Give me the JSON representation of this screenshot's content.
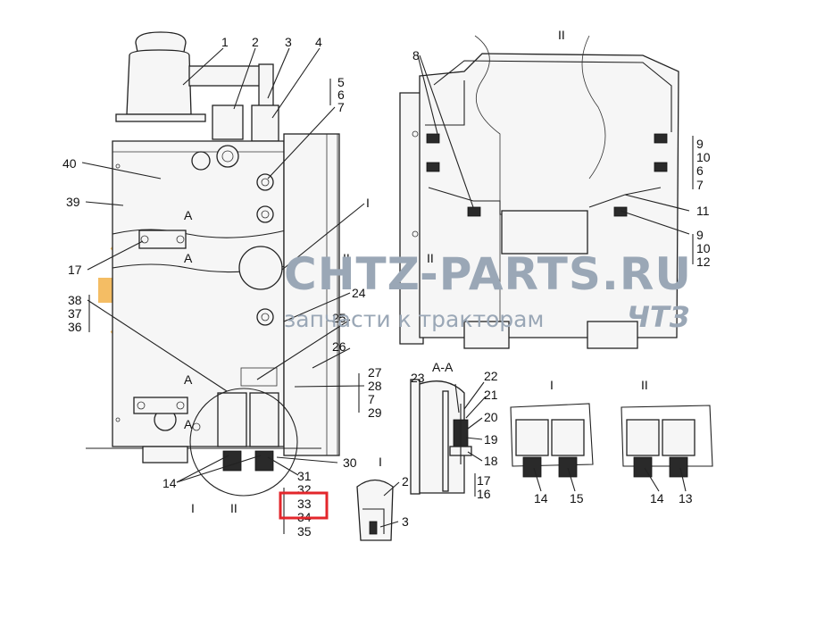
{
  "watermark": {
    "brand": "CHTZ-PARTS.RU",
    "tagline_prefix": "запчасти к тракторам",
    "tagline_suffix": "ЧТЗ",
    "brand_color": "#9aa7b6",
    "gear_color": "#f3b24a",
    "accent_color": "#d7263d"
  },
  "views": {
    "main_side_labels": [
      "I",
      "II"
    ],
    "view_II_title": "II",
    "section_AA_title": "А-А",
    "detail_I_title": "I",
    "detail_I_small_title": "I",
    "detail_II_title": "II",
    "section_marker": "А"
  },
  "callouts": {
    "main": [
      "1",
      "2",
      "3",
      "4",
      "5",
      "6",
      "7",
      "40",
      "39",
      "17",
      "38",
      "37",
      "36",
      "24",
      "25",
      "26",
      "27",
      "28",
      "7",
      "29",
      "30",
      "14",
      "31",
      "32",
      "33",
      "34",
      "35"
    ],
    "view_II": [
      "8",
      "9",
      "10",
      "6",
      "7",
      "11",
      "9",
      "10",
      "12"
    ],
    "section_AA": [
      "23",
      "22",
      "21",
      "20",
      "19",
      "18",
      "17",
      "16"
    ],
    "detail_I_small": [
      "2",
      "3"
    ],
    "detail_I": [
      "14",
      "15"
    ],
    "detail_II": [
      "14",
      "13"
    ]
  },
  "highlight": {
    "label": "33",
    "color": "#e3262b"
  }
}
